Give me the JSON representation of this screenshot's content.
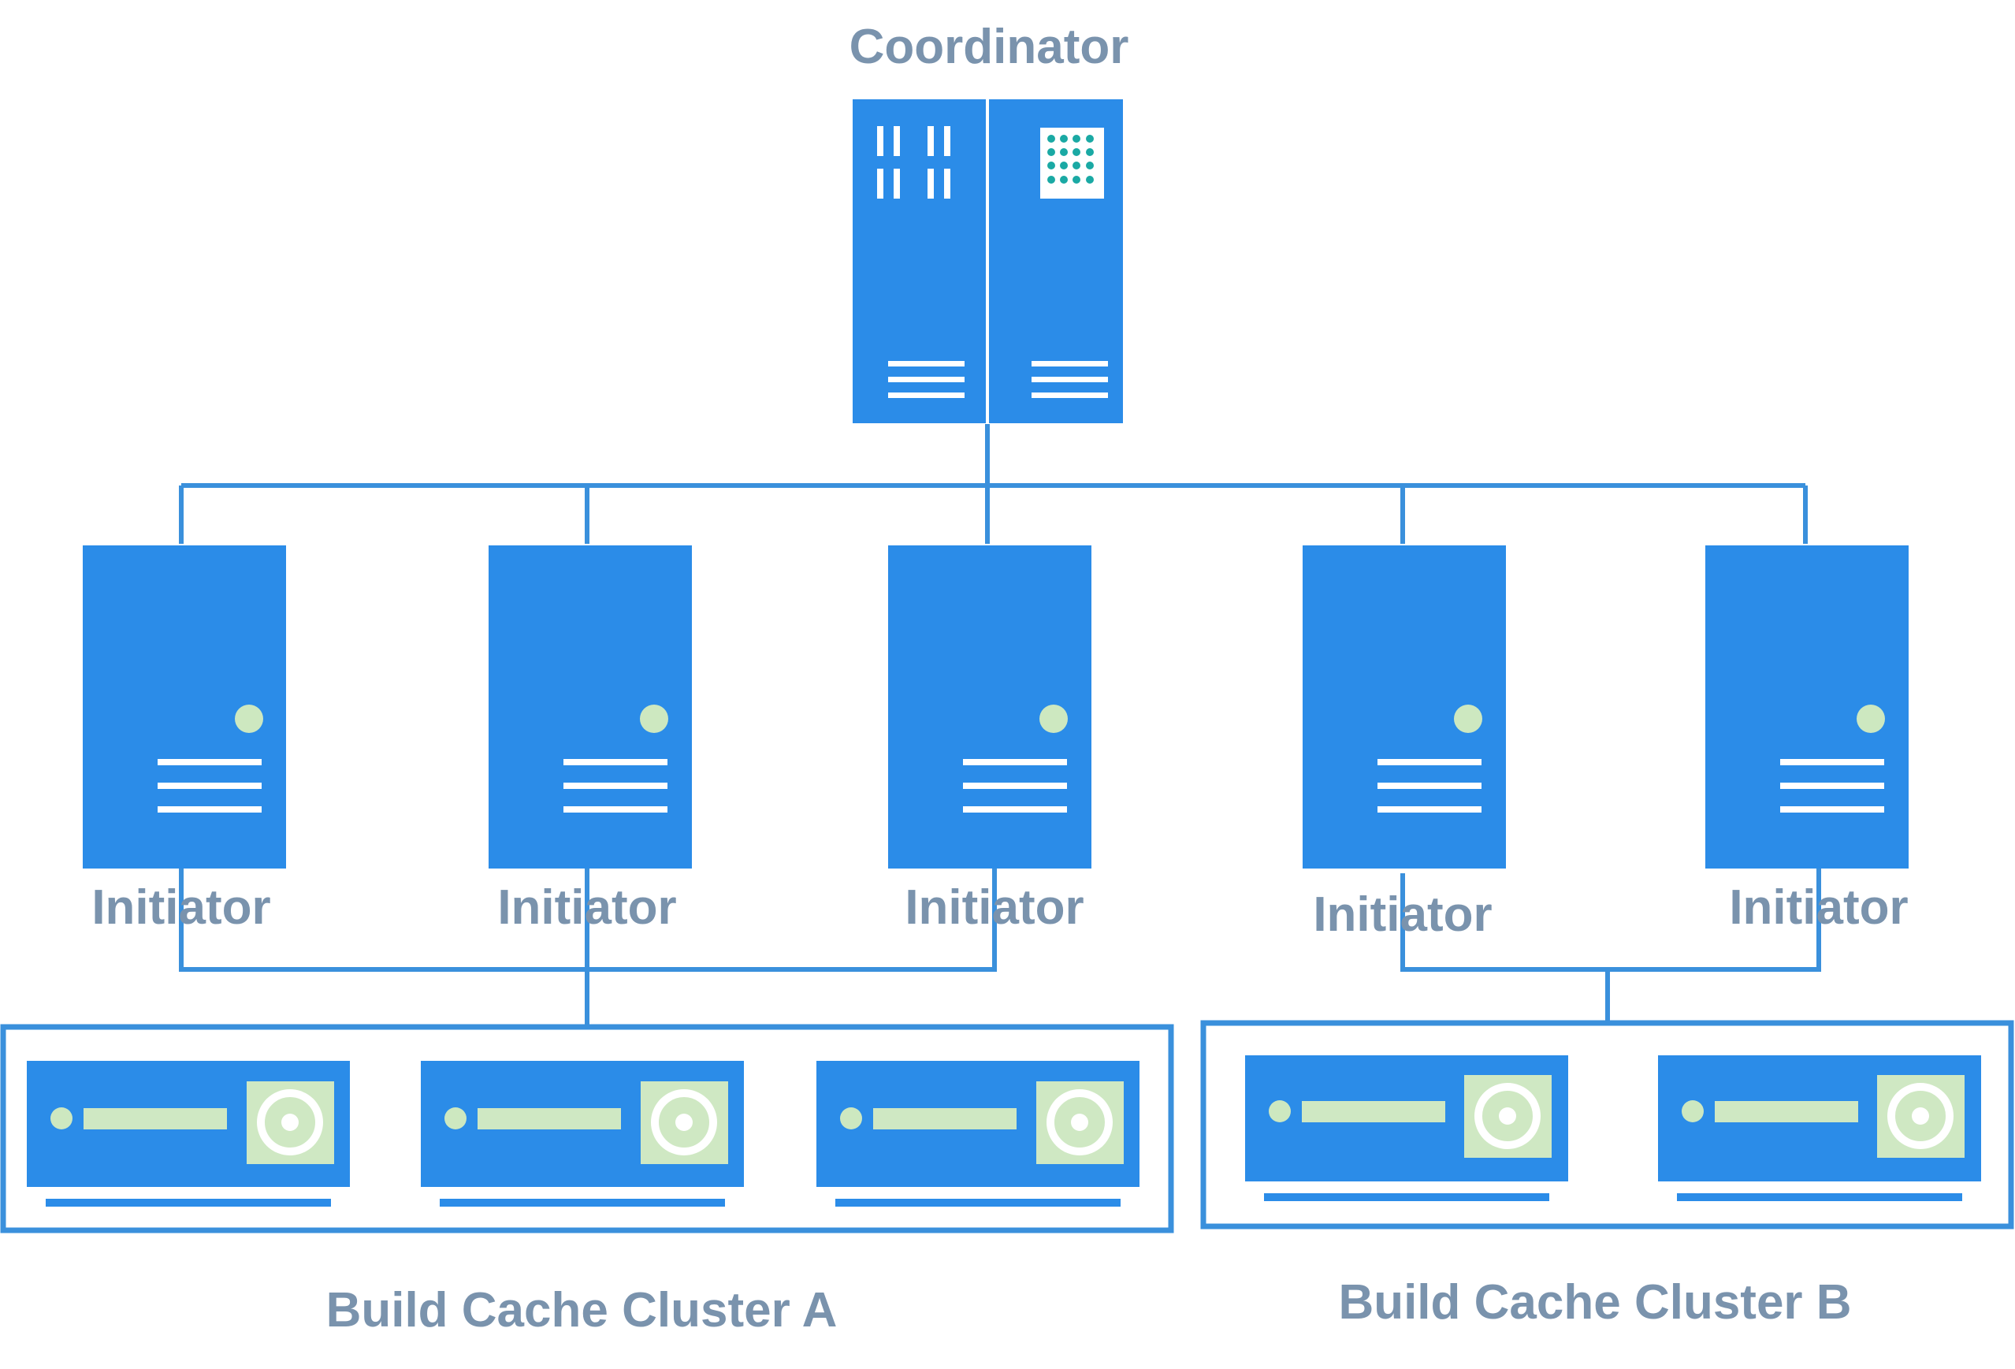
{
  "coordinator": {
    "label": "Coordinator",
    "icon": "rack-server-icon"
  },
  "initiators": [
    {
      "label": "Initiator",
      "icon": "tower-server-icon"
    },
    {
      "label": "Initiator",
      "icon": "tower-server-icon"
    },
    {
      "label": "Initiator",
      "icon": "tower-server-icon"
    },
    {
      "label": "Initiator",
      "icon": "tower-server-icon"
    },
    {
      "label": "Initiator",
      "icon": "tower-server-icon"
    }
  ],
  "clusters": [
    {
      "label": "Build Cache Cluster A",
      "node_count": 3,
      "icon": "cache-node-icon"
    },
    {
      "label": "Build Cache Cluster B",
      "node_count": 2,
      "icon": "cache-node-icon"
    }
  ],
  "colors": {
    "device_blue": "#2b8ce8",
    "line_blue": "#3a90dc",
    "label_gray": "#7a93ad",
    "drive_green": "#cfe8c3",
    "led_green": "#cde8c0",
    "dot_teal": "#1aa9a4"
  }
}
